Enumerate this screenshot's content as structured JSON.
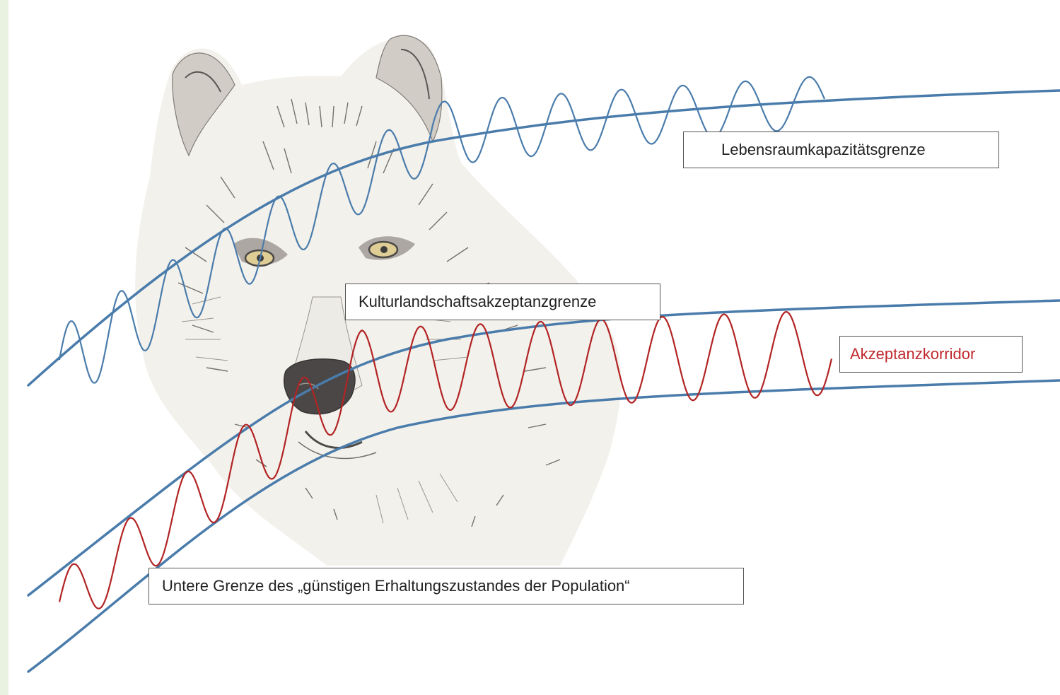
{
  "diagram": {
    "labels": {
      "lebensraum": "Lebensraumkapazitätsgrenze",
      "kultur": "Kulturlandschaftsakzeptanzgrenze",
      "korridor": "Akzeptanzkorridor",
      "untere": "Untere Grenze des „günstigen Erhaltungszustandes der Population“"
    },
    "colors": {
      "boundary_curves": "#4a7cab",
      "corridor_oscillation": "#b22424",
      "habitat_oscillation": "#4a7cab",
      "corridor_label": "#c0282d",
      "background_frame": "#e9f2e1"
    },
    "background_image": "wolf-head-drawing"
  }
}
